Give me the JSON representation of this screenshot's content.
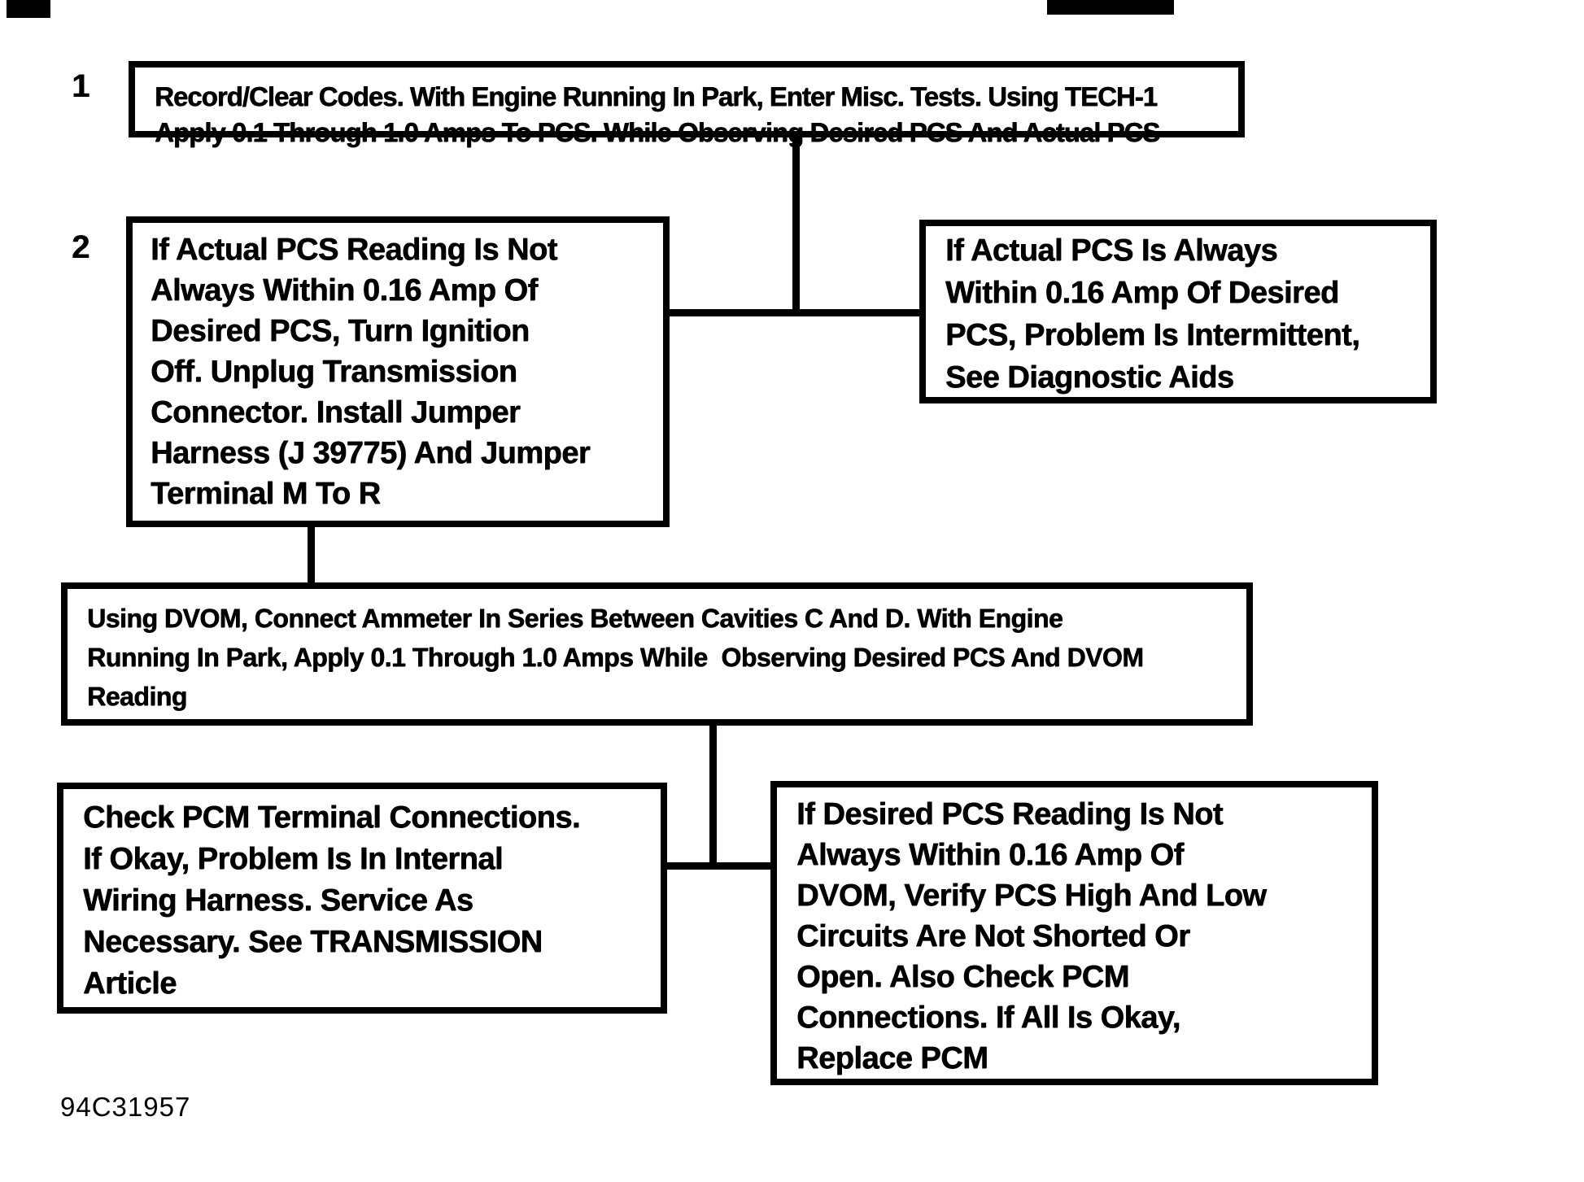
{
  "colors": {
    "ink": "#000000",
    "paper": "#ffffff"
  },
  "footer": {
    "code": "94C31957"
  },
  "nodes": [
    {
      "step": "1",
      "lines": [
        "Record/Clear Codes. With Engine Running In Park, Enter Misc. Tests. Using TECH-1",
        "Apply 0.1 Through 1.0 Amps To PCS. While Observing Desired PCS And Actual PCS"
      ]
    },
    {
      "step": "2",
      "lines": [
        "If Actual PCS Reading Is Not",
        "Always Within 0.16 Amp Of",
        "Desired PCS, Turn Ignition",
        "Off. Unplug Transmission",
        "Connector. Install Jumper",
        "Harness (J 39775) And Jumper",
        "Terminal M To R"
      ]
    },
    {
      "step": "",
      "lines": [
        "If Actual PCS Is Always",
        "Within 0.16 Amp Of Desired",
        "PCS, Problem Is Intermittent,",
        "See Diagnostic Aids"
      ]
    },
    {
      "step": "",
      "lines": [
        "Using DVOM, Connect Ammeter In Series Between Cavities C And D. With Engine",
        "Running In Park, Apply 0.1 Through 1.0 Amps While  Observing Desired PCS And DVOM",
        "Reading"
      ]
    },
    {
      "step": "",
      "lines": [
        "Check PCM Terminal Connections.",
        "If Okay, Problem Is In Internal",
        "Wiring Harness. Service As",
        "Necessary. See TRANSMISSION",
        "Article"
      ]
    },
    {
      "step": "",
      "lines": [
        "If Desired PCS Reading Is Not",
        "Always Within 0.16 Amp Of",
        "DVOM, Verify PCS High And Low",
        "Circuits Are Not Shorted Or",
        "Open. Also Check PCM",
        "Connections. If All Is Okay,",
        "Replace PCM"
      ]
    }
  ]
}
